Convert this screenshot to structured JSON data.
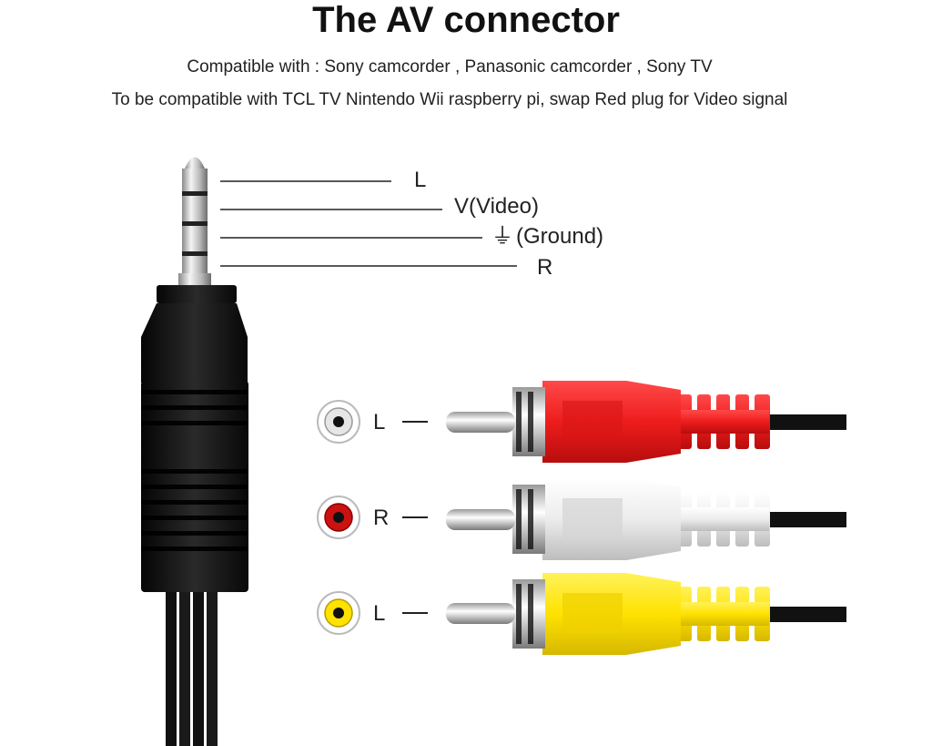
{
  "title": "The AV connector",
  "subtitle_1": "Compatible with : Sony camcorder , Panasonic camcorder , Sony TV",
  "subtitle_2": "To be compatible with TCL TV Nintendo Wii raspberry pi, swap Red plug for Video signal",
  "trrs_labels": {
    "tip": "L",
    "ring1": "V(Video)",
    "ground_symbol": "⏚",
    "ring2": "(Ground)",
    "sleeve": "R"
  },
  "rca_plugs": [
    {
      "label": "L",
      "color": "#ee1c1c",
      "dot": "#dddddd"
    },
    {
      "label": "R",
      "color": "#f1f1f1",
      "dot": "#cc1111"
    },
    {
      "label": "L",
      "color": "#ffe200",
      "dot": "#ffe200"
    }
  ],
  "colors": {
    "red": "#ee1c1c",
    "white": "#f1f1f1",
    "yellow": "#ffe200",
    "plug_body": "#111111"
  }
}
